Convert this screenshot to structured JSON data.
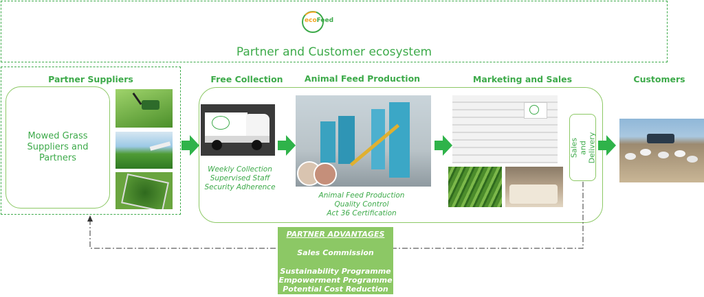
{
  "logo": {
    "prefix": "eco",
    "suffix": "Feed"
  },
  "ecosystem_title": "Partner and Customer ecosystem",
  "stages": {
    "suppliers": {
      "title": "Partner Suppliers",
      "box_text": "Mowed Grass Suppliers and Partners"
    },
    "collection": {
      "title": "Free Collection",
      "notes": [
        "Weekly Collection",
        "Supervised Staff",
        "Security Adherence"
      ]
    },
    "production": {
      "title": "Animal Feed Production",
      "notes": [
        "Animal Feed Production",
        "Quality Control",
        "Act 36 Certification"
      ]
    },
    "marketing": {
      "title": "Marketing and Sales",
      "side_label": "Sales and Delivery"
    },
    "customers": {
      "title": "Customers"
    }
  },
  "advantages": {
    "title": "PARTNER ADVANTAGES",
    "items": [
      "Sales Commission",
      "Sustainability Programme",
      "Empowerment Programme",
      "Potential Cost Reduction"
    ]
  },
  "colors": {
    "green": "#3daa4a",
    "light_green": "#8cc865",
    "box_green": "#8cc865",
    "arrow_green": "#2fb34a"
  },
  "icons": [
    "ecofeed-logo-icon",
    "flow-arrow-icon",
    "feedback-arrow-icon"
  ]
}
